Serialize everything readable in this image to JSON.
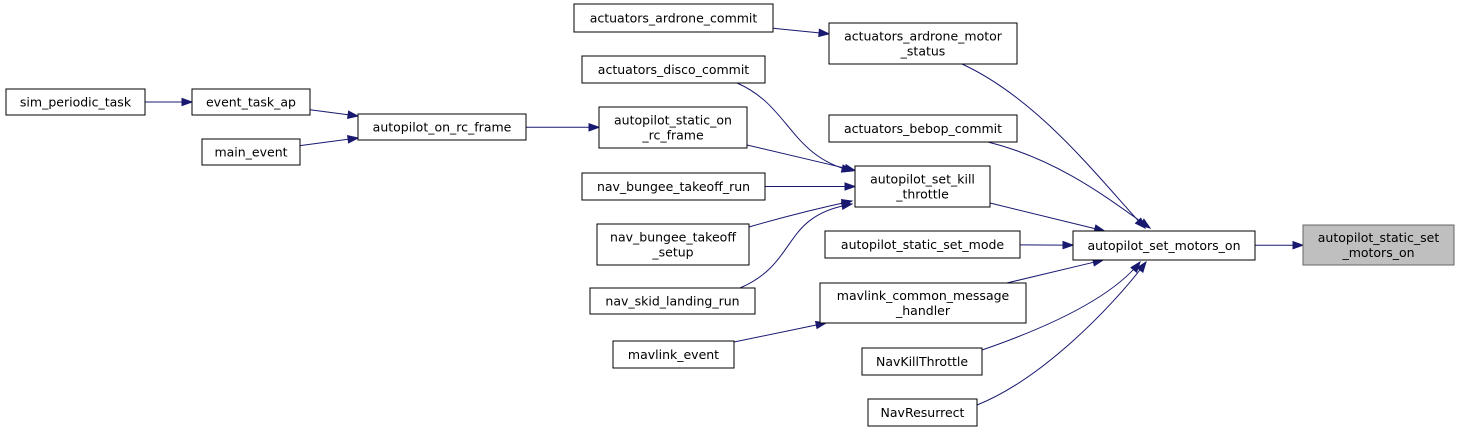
{
  "graph": {
    "nodes": {
      "autopilot_static_set_motors_on": [
        "autopilot_static_set",
        "_motors_on"
      ],
      "autopilot_set_motors_on": [
        "autopilot_set_motors_on"
      ],
      "actuators_ardrone_motor_status": [
        "actuators_ardrone_motor",
        "_status"
      ],
      "actuators_ardrone_commit": [
        "actuators_ardrone_commit"
      ],
      "actuators_bebop_commit": [
        "actuators_bebop_commit"
      ],
      "autopilot_set_kill_throttle": [
        "autopilot_set_kill",
        "_throttle"
      ],
      "actuators_disco_commit": [
        "actuators_disco_commit"
      ],
      "autopilot_static_on_rc_frame": [
        "autopilot_static_on",
        "_rc_frame"
      ],
      "autopilot_on_rc_frame": [
        "autopilot_on_rc_frame"
      ],
      "event_task_ap": [
        "event_task_ap"
      ],
      "sim_periodic_task": [
        "sim_periodic_task"
      ],
      "main_event": [
        "main_event"
      ],
      "nav_bungee_takeoff_run": [
        "nav_bungee_takeoff_run"
      ],
      "nav_bungee_takeoff_setup": [
        "nav_bungee_takeoff",
        "_setup"
      ],
      "nav_skid_landing_run": [
        "nav_skid_landing_run"
      ],
      "autopilot_static_set_mode": [
        "autopilot_static_set_mode"
      ],
      "mavlink_common_message_handler": [
        "mavlink_common_message",
        "_handler"
      ],
      "mavlink_event": [
        "mavlink_event"
      ],
      "NavKillThrottle": [
        "NavKillThrottle"
      ],
      "NavResurrect": [
        "NavResurrect"
      ]
    },
    "highlighted": "autopilot_static_set_motors_on",
    "edges": [
      [
        "autopilot_set_motors_on",
        "autopilot_static_set_motors_on"
      ],
      [
        "actuators_ardrone_motor_status",
        "autopilot_set_motors_on"
      ],
      [
        "actuators_ardrone_commit",
        "actuators_ardrone_motor_status"
      ],
      [
        "actuators_bebop_commit",
        "autopilot_set_motors_on"
      ],
      [
        "autopilot_set_kill_throttle",
        "autopilot_set_motors_on"
      ],
      [
        "actuators_disco_commit",
        "autopilot_set_kill_throttle"
      ],
      [
        "autopilot_static_on_rc_frame",
        "autopilot_set_kill_throttle"
      ],
      [
        "autopilot_on_rc_frame",
        "autopilot_static_on_rc_frame"
      ],
      [
        "event_task_ap",
        "autopilot_on_rc_frame"
      ],
      [
        "sim_periodic_task",
        "event_task_ap"
      ],
      [
        "main_event",
        "autopilot_on_rc_frame"
      ],
      [
        "nav_bungee_takeoff_run",
        "autopilot_set_kill_throttle"
      ],
      [
        "nav_bungee_takeoff_setup",
        "autopilot_set_kill_throttle"
      ],
      [
        "nav_skid_landing_run",
        "autopilot_set_kill_throttle"
      ],
      [
        "autopilot_static_set_mode",
        "autopilot_set_motors_on"
      ],
      [
        "mavlink_common_message_handler",
        "autopilot_set_motors_on"
      ],
      [
        "mavlink_event",
        "mavlink_common_message_handler"
      ],
      [
        "NavKillThrottle",
        "autopilot_set_motors_on"
      ],
      [
        "NavResurrect",
        "autopilot_set_motors_on"
      ]
    ]
  }
}
